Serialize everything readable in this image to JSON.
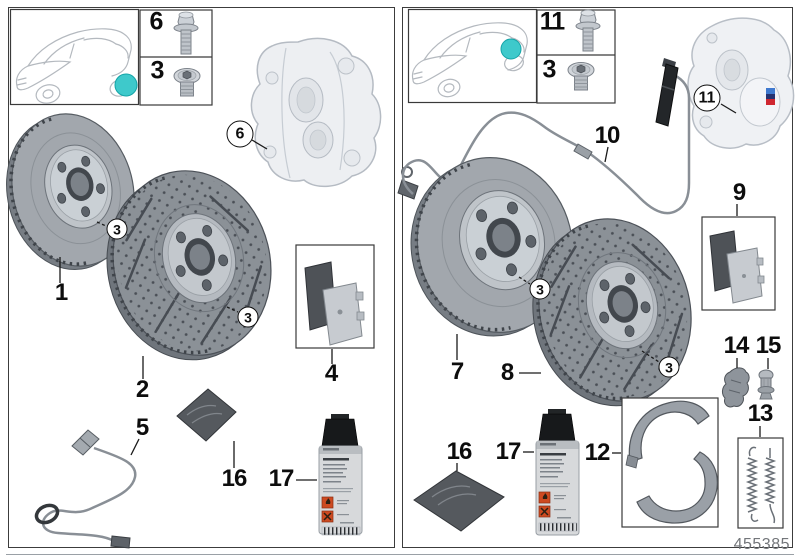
{
  "footer": {
    "diagram_number": "455385"
  },
  "colors": {
    "axle_hotspot_teal": "#3ec9cb",
    "panel_border": "#3c3c3c",
    "m_stripe_blue": "#3f79cf",
    "m_stripe_navy": "#253271",
    "m_stripe_red": "#cf2630",
    "hazard_orange": "#cd4a21"
  },
  "left_panel": {
    "axle": "front",
    "fastener_box_top_label": "6",
    "fastener_box_bottom_label": "3",
    "caliper_callout": "6",
    "disc_plain_lug_callout": "3",
    "disc_drilled_lug_callout": "3",
    "label_disc_plain": "1",
    "label_disc_drilled": "2",
    "label_pad_kit": "4",
    "label_wear_sensor": "5",
    "label_grease_pack": "16",
    "label_cleaner_can": "17"
  },
  "right_panel": {
    "axle": "rear",
    "fastener_box_top_label": "11",
    "fastener_box_bottom_label": "3",
    "caliper_callout": "11",
    "disc_plain_lug_callout": "3",
    "disc_drilled_lug_callout": "3",
    "label_sensor_cable": "10",
    "label_disc_plain": "7",
    "label_disc_drilled": "8",
    "label_pad_kit": "9",
    "label_expander": "14",
    "label_adjuster": "15",
    "label_spring_kit": "13",
    "label_shoe_kit": "12",
    "label_grease_pack": "16",
    "label_cleaner_can": "17"
  }
}
